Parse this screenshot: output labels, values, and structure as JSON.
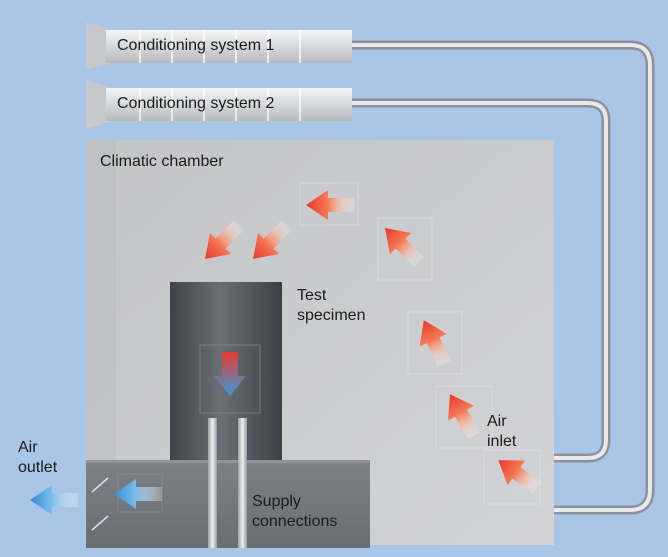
{
  "diagram": {
    "conditioning_system_1": "Conditioning system 1",
    "conditioning_system_2": "Conditioning system 2",
    "chamber_label": "Climatic chamber",
    "specimen_label": "Test\nspecimen",
    "air_inlet_label": "Air\ninlet",
    "air_outlet_label": "Air\noutlet",
    "supply_label": "Supply\nconnections"
  },
  "colors": {
    "background": "#a9c6e6",
    "chamber": "#c9cbcd",
    "specimen": "#555a60",
    "warm_arrow": "#e8362a",
    "cool_arrow": "#3f9ad8",
    "pipe": "#b9bdc2"
  },
  "icons": [
    "warm-air-arrow-icon",
    "cool-air-arrow-icon",
    "temperature-gradient-arrow-icon"
  ]
}
